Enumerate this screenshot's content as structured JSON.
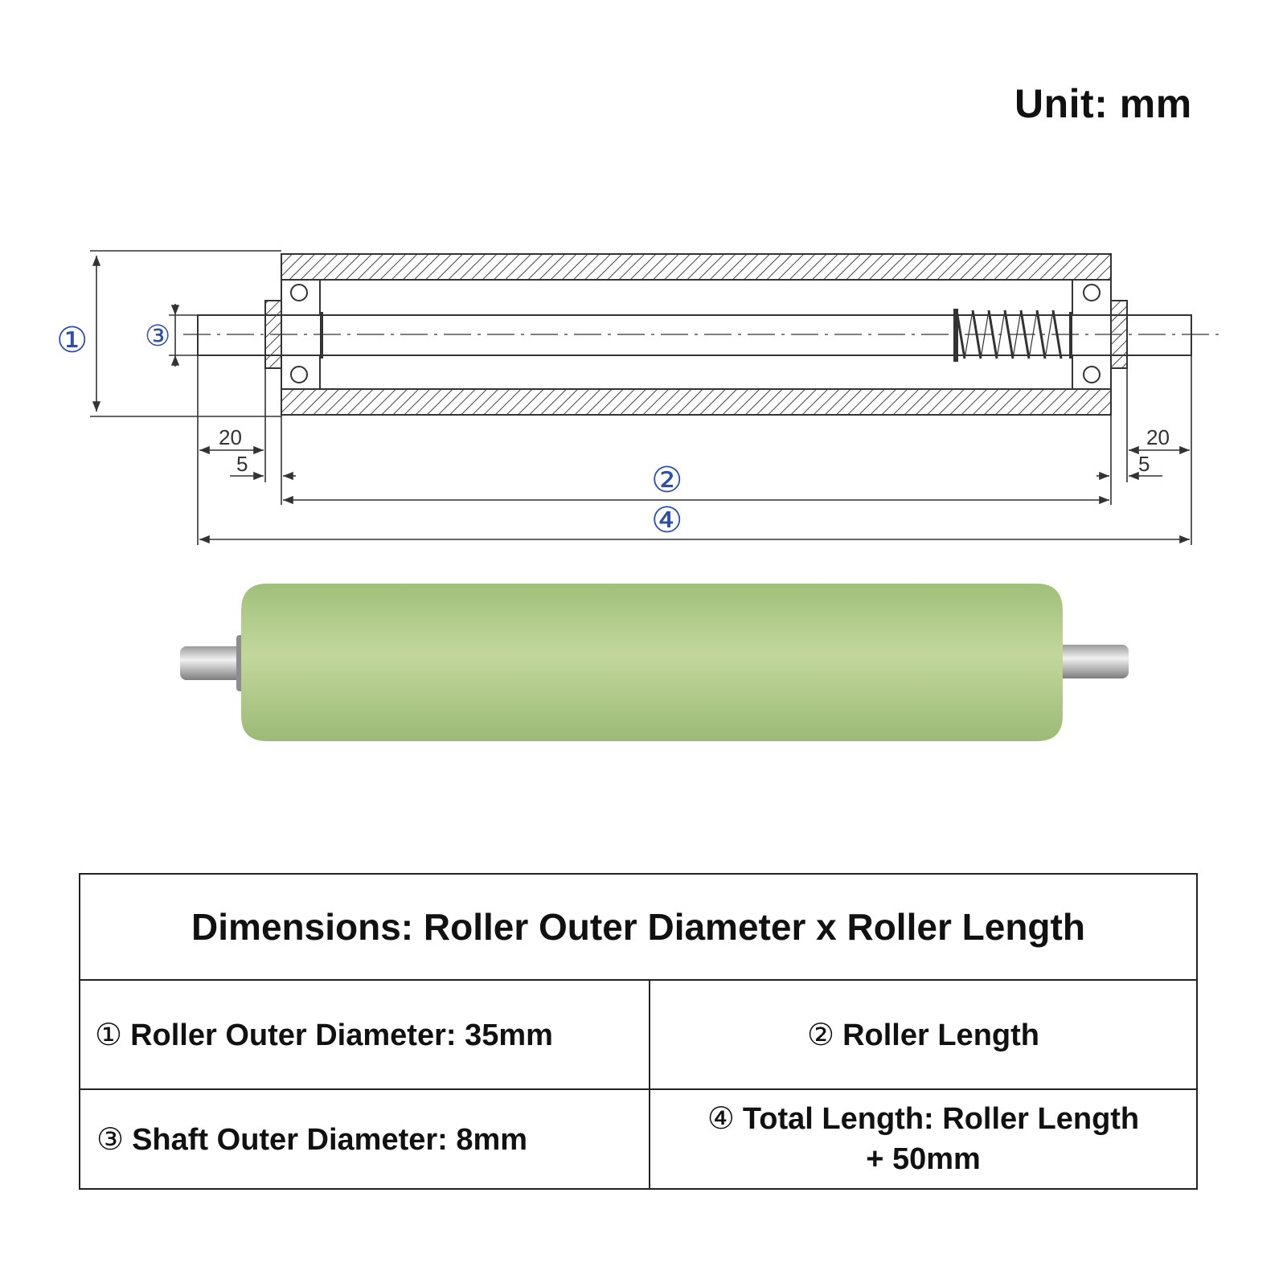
{
  "unit_label": "Unit: mm",
  "drawing": {
    "callout_1": "①",
    "callout_2": "②",
    "callout_3": "③",
    "callout_4": "④",
    "dim_left_20": "20",
    "dim_left_5": "5",
    "dim_right_20": "20",
    "dim_right_5": "5"
  },
  "colors": {
    "roller_green": "#b7cf8e",
    "callout_blue": "#2c4fa8",
    "line": "#333333"
  },
  "table": {
    "title": "Dimensions: Roller Outer Diameter x Roller Length",
    "rows": [
      {
        "marker": "①",
        "text": "Roller Outer Diameter: 35mm"
      },
      {
        "marker": "②",
        "text": "Roller Length"
      },
      {
        "marker": "③",
        "text": "Shaft Outer Diameter: 8mm"
      },
      {
        "marker": "④",
        "text": "Total Length: Roller Length",
        "text_line2": "+ 50mm"
      }
    ]
  }
}
